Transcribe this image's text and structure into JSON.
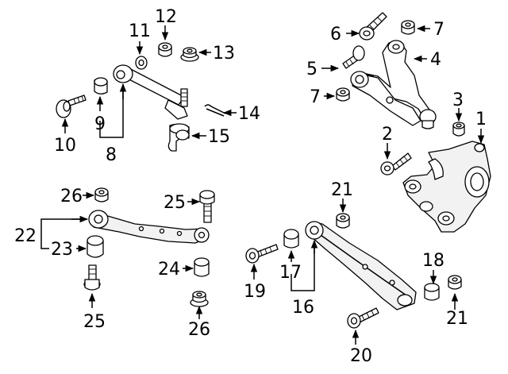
{
  "callouts": {
    "c1": "1",
    "c2": "2",
    "c3": "3",
    "c4": "4",
    "c5": "5",
    "c6": "6",
    "c7a": "7",
    "c7b": "7",
    "c8": "8",
    "c9": "9",
    "c10": "10",
    "c11": "11",
    "c12": "12",
    "c13": "13",
    "c14": "14",
    "c15": "15",
    "c16": "16",
    "c17": "17",
    "c18": "18",
    "c19": "19",
    "c20": "20",
    "c21a": "21",
    "c21b": "21",
    "c22": "22",
    "c23": "23",
    "c24": "24",
    "c25a": "25",
    "c25b": "25",
    "c26a": "26",
    "c26b": "26"
  }
}
